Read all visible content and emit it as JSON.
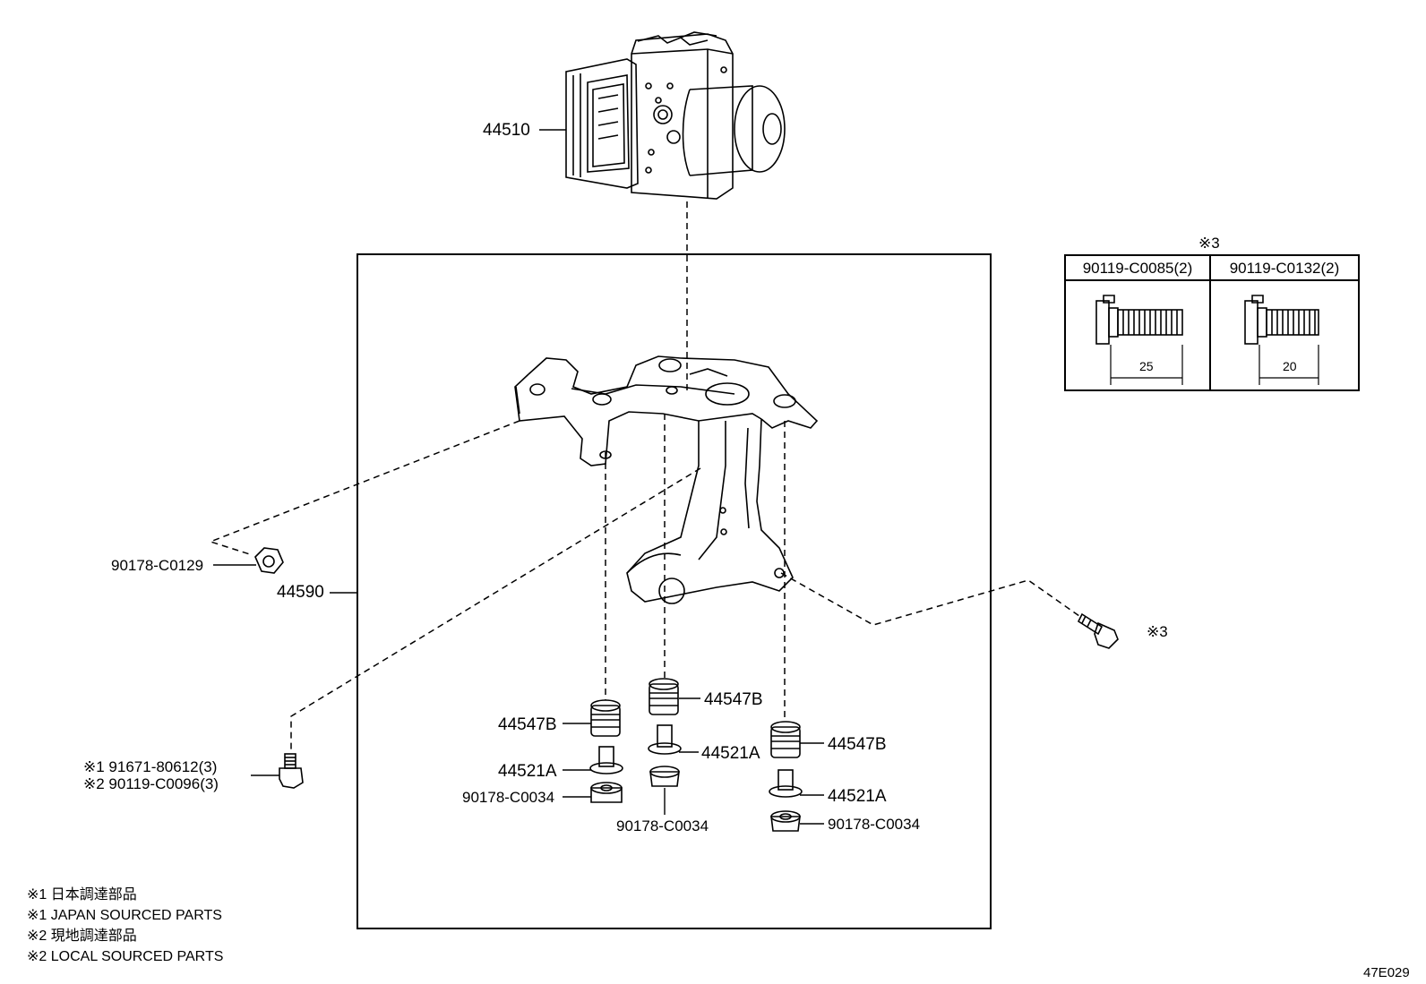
{
  "parts": {
    "actuator": "44510",
    "bracket": "44590",
    "nut_left": "90178-C0129",
    "cushion_left": "44547B",
    "collar_left": "44521A",
    "nut_bottom_left": "90178-C0034",
    "cushion_mid": "44547B",
    "collar_mid": "44521A",
    "nut_bottom_mid": "90178-C0034",
    "cushion_right": "44547B",
    "collar_right": "44521A",
    "nut_bottom_right": "90178-C0034",
    "bolt_ref": "※3",
    "bolt_1": "※1 91671-80612(3)",
    "bolt_2": "※2 90119-C0096(3)"
  },
  "spec_table": {
    "ref_mark": "※3",
    "columns": [
      {
        "part": "90119-C0085(2)",
        "length": "25"
      },
      {
        "part": "90119-C0132(2)",
        "length": "20"
      }
    ]
  },
  "notes": [
    "※1 日本調達部品",
    "※1 JAPAN SOURCED PARTS",
    "※2 現地調達部品",
    "※2 LOCAL SOURCED PARTS"
  ],
  "figure_code": "47E029"
}
